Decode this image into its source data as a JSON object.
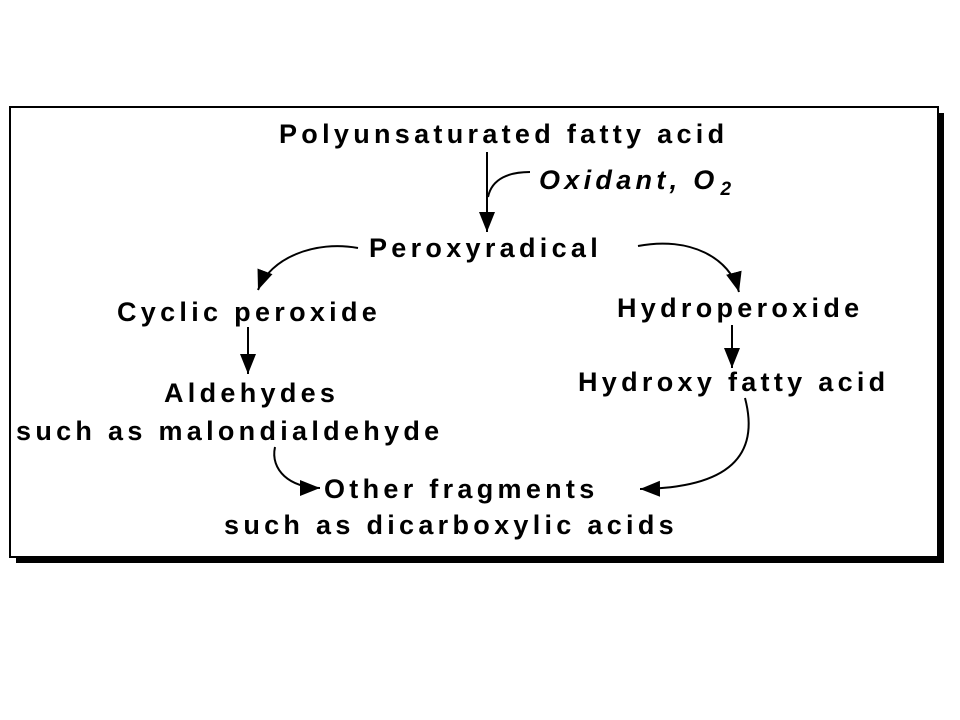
{
  "diagram": {
    "nodes": {
      "pufa": "Polyunsaturated fatty acid",
      "oxidant": "Oxidant, O",
      "oxidant_sub": "2",
      "peroxyradical": "Peroxyradical",
      "cyclic": "Cyclic peroxide",
      "hydroperoxide": "Hydroperoxide",
      "aldehydes": "Aldehydes",
      "aldehydes_example": "such as malondialdehyde",
      "hydroxy": "Hydroxy fatty acid",
      "fragments": "Other fragments",
      "fragments_example": "such as dicarboxylic acids"
    },
    "colors": {
      "ink": "#000000",
      "panel": "#ffffff",
      "shadow": "#000000"
    }
  }
}
